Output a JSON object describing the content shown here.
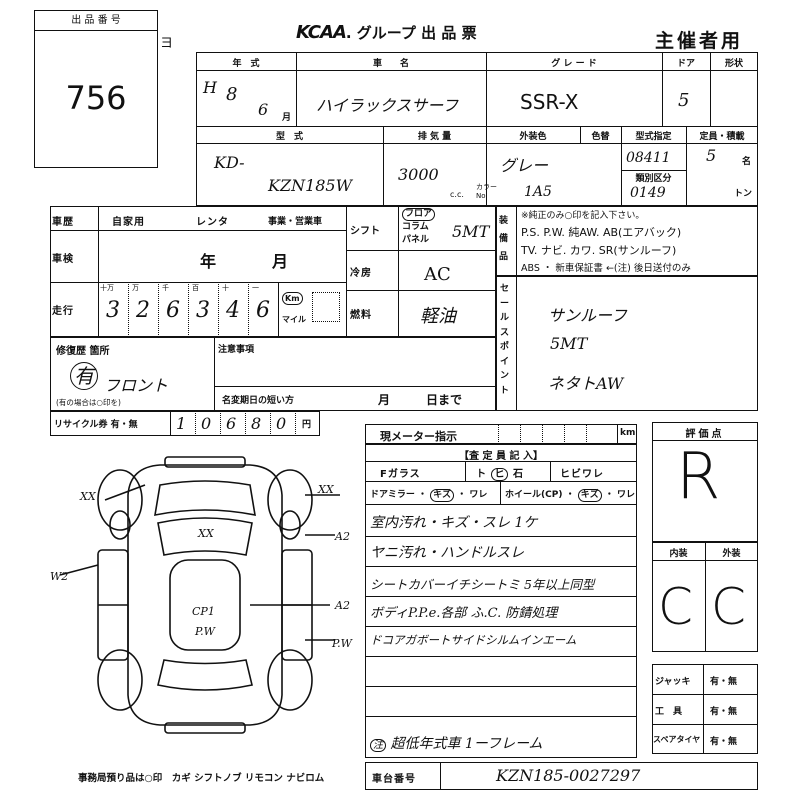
{
  "header": {
    "lot_label": "出 品 番 号",
    "lot_number": "756",
    "org_logo": "KCAA",
    "org_title": ". グループ 出 品 票",
    "organizer": "主催者用",
    "yo": "ヨ"
  },
  "car": {
    "year_label": "年　式",
    "year_era": "H",
    "year_num": "8",
    "month_num": "6",
    "month_unit": "月",
    "name_label": "車　　名",
    "name": "ハイラックスサーフ",
    "grade_label": "グ レ ー ド",
    "grade": "SSR-X",
    "doors_label": "ドア",
    "doors": "5",
    "shape_label": "形状",
    "model_label": "型　式",
    "model_line1": "KD-",
    "model_line2": "KZN185W",
    "disp_label": "排 気 量",
    "displacement": "3000",
    "disp_unit": "c.c.",
    "color_label": "外装色",
    "color": "グレー",
    "color_no_label": "カラーNo.",
    "color_no": "1A5",
    "color_change_label": "色替",
    "type_cert_label": "型式指定",
    "type_cert": "08411",
    "class_label": "類別区分",
    "class_no": "0149",
    "capacity_label": "定員・積載",
    "capacity": "5",
    "capacity_unit": "名",
    "load_unit": "トン"
  },
  "history": {
    "label": "車歴",
    "opt1": "自家用",
    "opt2": "レンタ",
    "opt3": "事業・営業車",
    "inspection_label": "車検",
    "year_unit": "年",
    "month_unit": "月",
    "mileage_label": "走行",
    "mileage_digits": [
      "3",
      "2",
      "6",
      "3",
      "4",
      "6"
    ],
    "digit_headers": [
      "十万",
      "万",
      "千",
      "百",
      "十",
      "一"
    ],
    "km_label": "Km",
    "mile_label": "マイル"
  },
  "specs": {
    "shift_label": "シフト",
    "shift_opts": [
      "フロア",
      "コラム",
      "パネル"
    ],
    "shift_value": "5MT",
    "ac_label": "冷房",
    "ac_value": "AC",
    "fuel_label": "燃料",
    "fuel_value": "軽油"
  },
  "equipment": {
    "label": "装備品",
    "note": "※純正のみ○印を記入下さい。",
    "line1": "P.S. P.W. 純AW. AB(エアバック)",
    "line2": "TV. ナビ. カワ. SR(サンルーフ)",
    "line3": "ABS ・ 新車保証書 ←(注) 後日送付のみ"
  },
  "sales_point": {
    "label": "セールスポイント",
    "lines": [
      "サンルーフ",
      "5MT",
      "ネタトAW"
    ]
  },
  "repair": {
    "label": "修復歴 箇所",
    "value_circle": "有",
    "value_text": "フロント",
    "note": "(有の場合は○印を)"
  },
  "notes_box": {
    "label": "注意事項",
    "due_label": "名変期日の短い方",
    "month_unit": "月",
    "day_unit": "日まで"
  },
  "recycle": {
    "label": "リサイクル券 有・無",
    "digits": [
      "1",
      "0",
      "6",
      "8",
      "0"
    ],
    "unit": "円"
  },
  "meter": {
    "label": "現メーター指示",
    "unit": "km"
  },
  "inspection": {
    "header": "【査 定 員 記 入】",
    "glass_label": "Fガラス",
    "glass_opt1": "ト",
    "glass_opt2": "ヒ",
    "glass_opt3": "石",
    "glass_opt4": "ヒビワレ",
    "mirror_label": "ドアミラー",
    "mirror_opt1": "キズ",
    "mirror_opt2": "ワレ",
    "wheel_label": "ホイール(CP)",
    "wheel_opt1": "キズ",
    "wheel_opt2": "ワレ",
    "lines": [
      "室内汚れ・キズ・スレ 1ケ",
      "ヤニ汚れ・ハンドルスレ",
      "シートカバーイチシートミ 5年以上同型",
      "ボディP.P.e.各部 ふ.C. 防錆処理",
      "ドコアガボートサイドシルムインエーム"
    ],
    "footnote_circle": "注",
    "footnote": "超低年式車 1ーフレーム"
  },
  "diagram": {
    "marks": [
      "XX",
      "XX",
      "XX",
      "CP1",
      "P.W",
      "A2",
      "A2",
      "P.W",
      "W2"
    ]
  },
  "grades": {
    "score_label": "評価点",
    "score": "R",
    "interior_label": "内装",
    "exterior_label": "外装",
    "interior": "C",
    "exterior": "C",
    "jack_label": "ジャッキ",
    "jack_opts": "有・無",
    "tools_label": "工　具",
    "tools_opts": "有・無",
    "spare_label": "スペアタイヤ",
    "spare_opts": "有・無"
  },
  "footer": {
    "keys_note": "事務局預り品は○印　カギ シフトノブ リモコン ナビロム",
    "chassis_label": "車台番号",
    "chassis": "KZN185-0027297"
  }
}
